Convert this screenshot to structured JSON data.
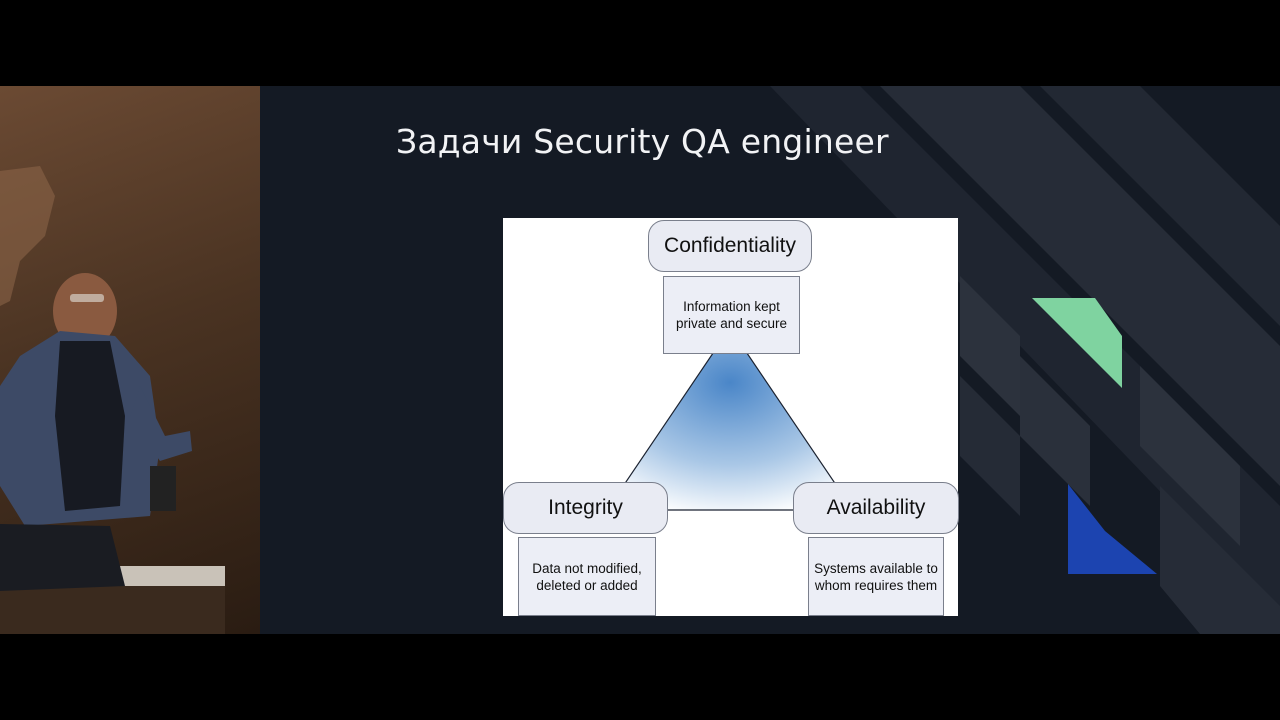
{
  "slide": {
    "title": "Задачи Security QA engineer"
  },
  "diagram": {
    "nodes": [
      {
        "label": "Confidentiality",
        "description": "Information kept private and secure"
      },
      {
        "label": "Integrity",
        "description": "Data not modified, deleted or added"
      },
      {
        "label": "Availability",
        "description": "Systems available to whom requires them"
      }
    ]
  },
  "colors": {
    "slide_background": "#141a24",
    "accent_green": "#7fd3a0",
    "accent_blue": "#1c44b0",
    "triangle_fill": "#4a86c8"
  }
}
